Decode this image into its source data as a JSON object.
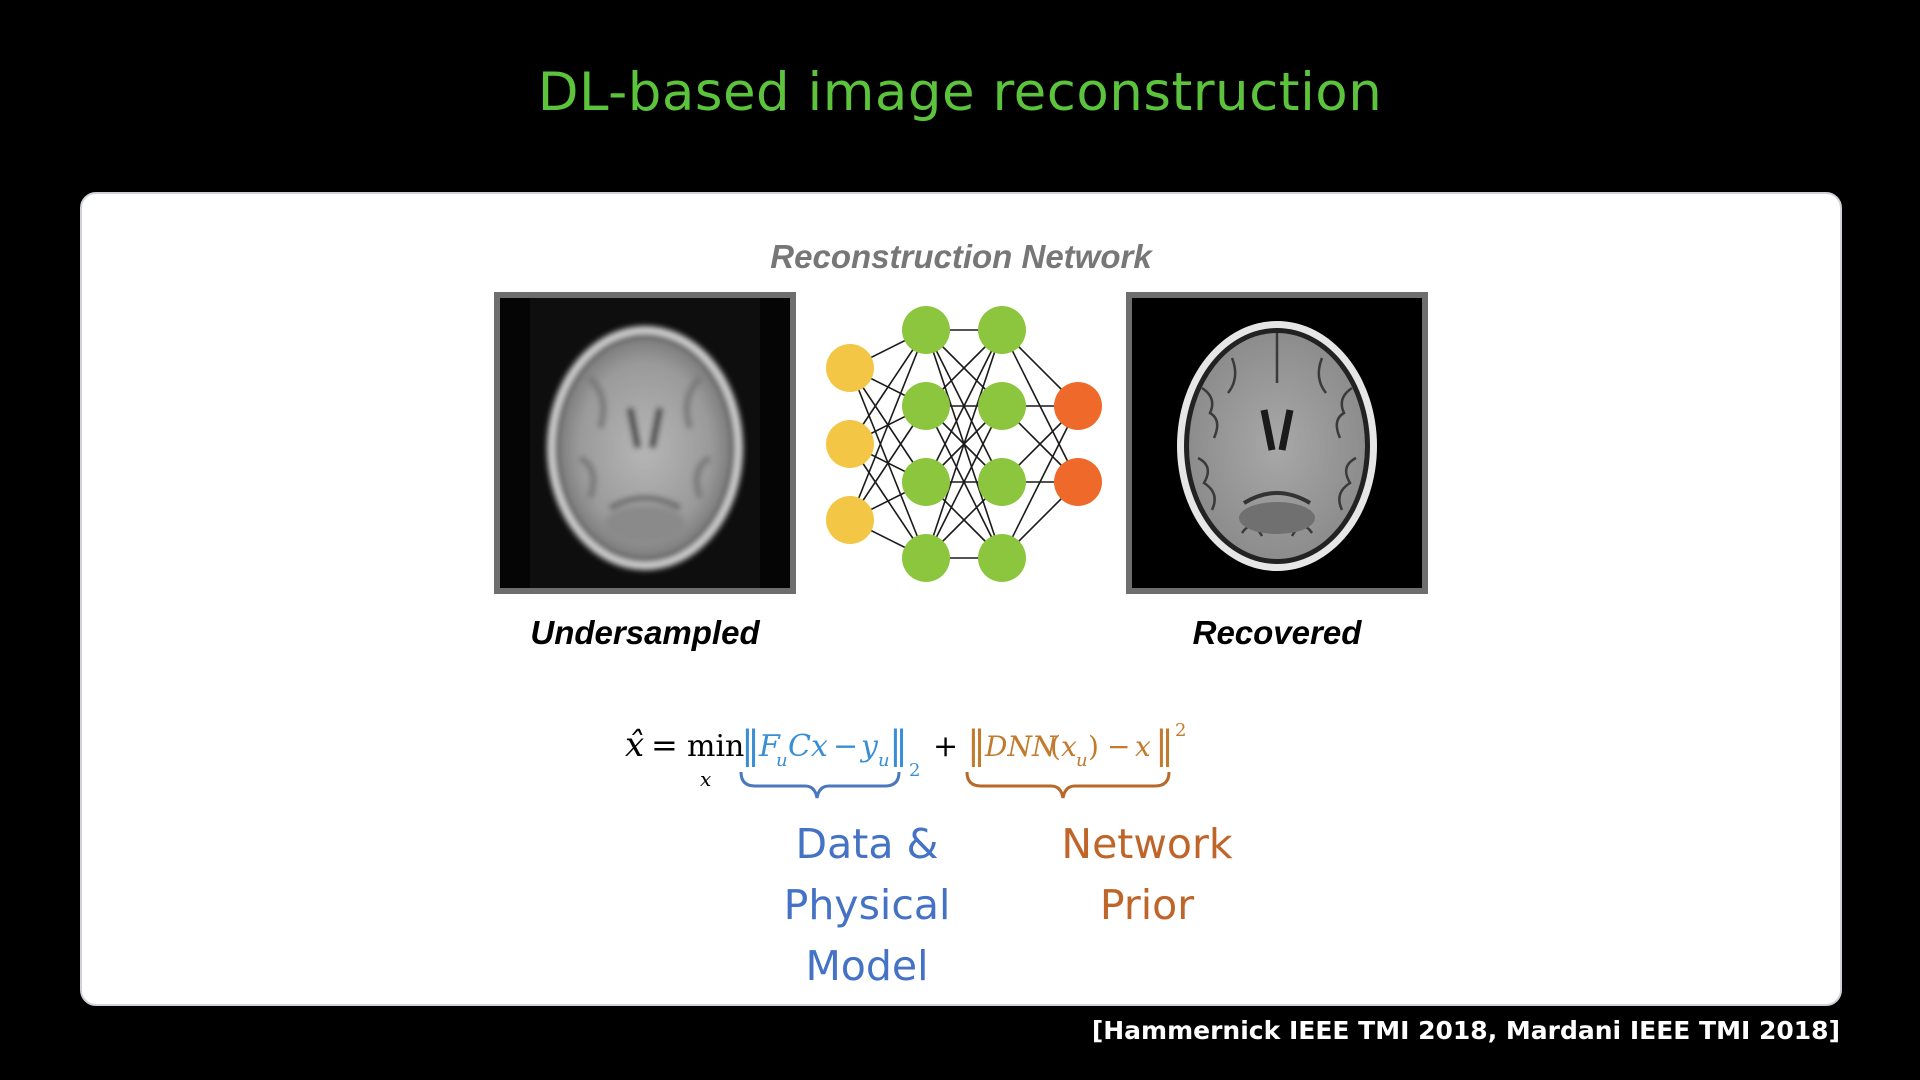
{
  "slide": {
    "title": "DL-based image reconstruction",
    "citation": "[Hammernick IEEE TMI 2018, Mardani IEEE TMI 2018]"
  },
  "diagram": {
    "network_title": "Reconstruction Network",
    "left_caption": "Undersampled",
    "right_caption": "Recovered",
    "layers": [
      {
        "name": "input",
        "nodes": 3,
        "color": "#f4c645"
      },
      {
        "name": "hidden-1",
        "nodes": 4,
        "color": "#8cc63f"
      },
      {
        "name": "hidden-2",
        "nodes": 4,
        "color": "#8cc63f"
      },
      {
        "name": "output",
        "nodes": 2,
        "color": "#ef6a2a"
      }
    ]
  },
  "formula": {
    "lhs": "x̂ = min",
    "min_subscript": "x",
    "data_term": "‖F_u Cx − y_u‖₂",
    "plus": "+",
    "prior_term": "‖DNN(x_u) − x‖²",
    "data_color": "#3a8fd4",
    "prior_color": "#c27a2c"
  },
  "labels": {
    "data": [
      "Data &",
      "Physical",
      "Model"
    ],
    "prior": [
      "Network",
      "Prior"
    ],
    "data_color": "#4472c4",
    "prior_color": "#c0652a"
  },
  "colors": {
    "title": "#5cc43c",
    "background": "#000000",
    "panel": "#ffffff"
  }
}
